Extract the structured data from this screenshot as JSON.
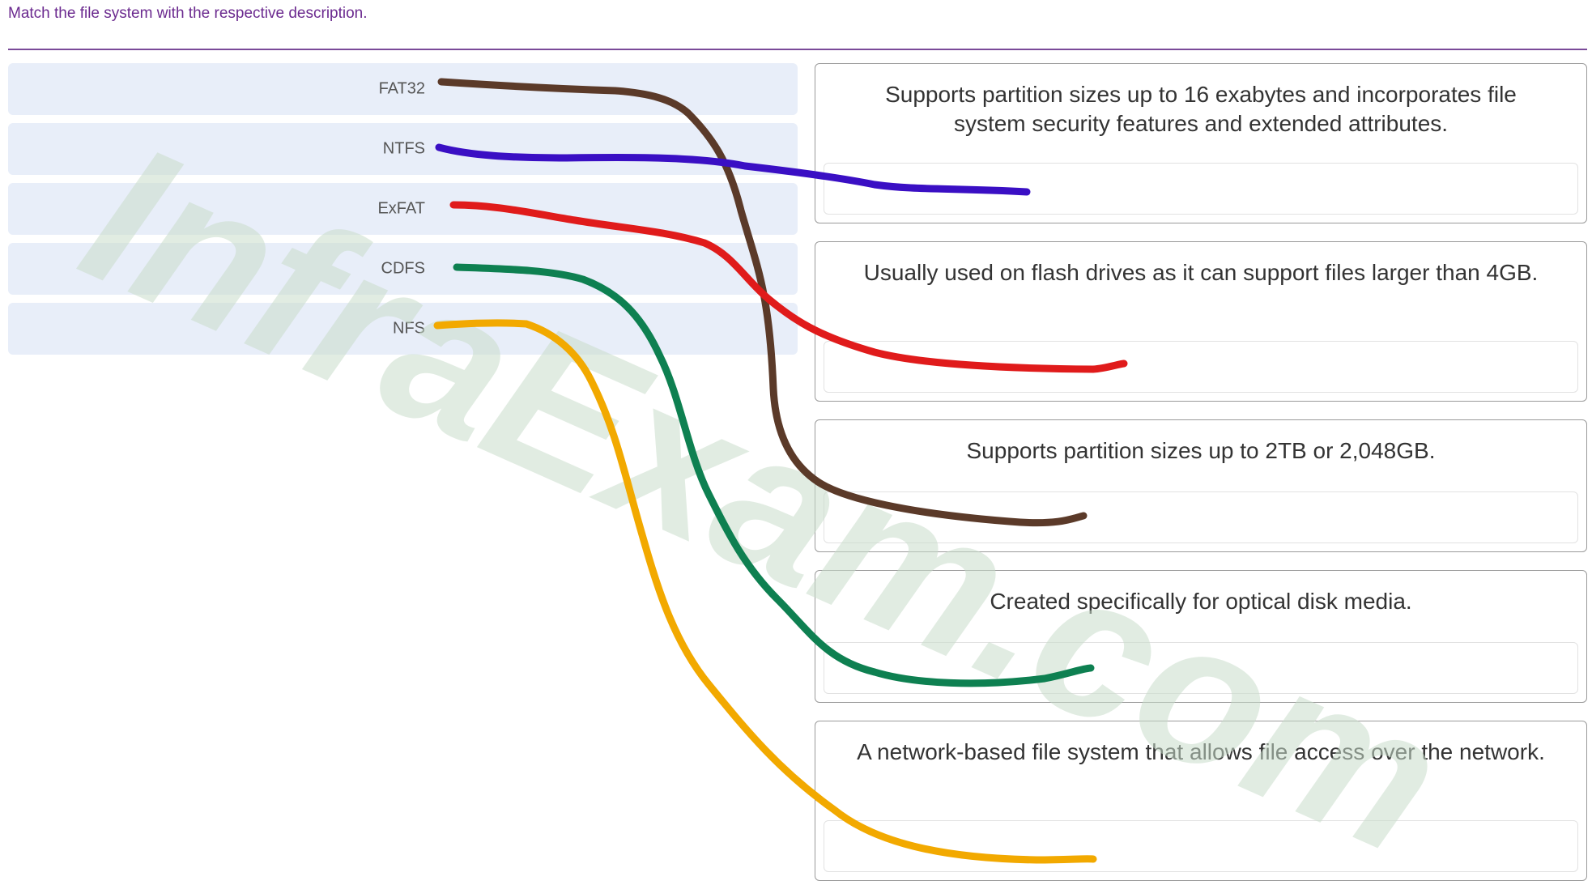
{
  "instruction": "Match the file system with the respective description.",
  "sources": [
    {
      "label": "FAT32",
      "color": "#5b3a29"
    },
    {
      "label": "NTFS",
      "color": "#3a0fc4"
    },
    {
      "label": "ExFAT",
      "color": "#e01b1b"
    },
    {
      "label": "CDFS",
      "color": "#0e8051"
    },
    {
      "label": "NFS",
      "color": "#f2a900"
    }
  ],
  "targets": [
    {
      "text": "Supports partition sizes up to 16 exabytes and incorporates file system security features and extended attributes."
    },
    {
      "text": "Usually used on flash drives as it can support files larger than 4GB."
    },
    {
      "text": "Supports partition sizes up to 2TB or 2,048GB."
    },
    {
      "text": "Created specifically for optical disk media."
    },
    {
      "text": "A network-based file system that allows file access over the network."
    }
  ],
  "watermark": {
    "text": "InfraExam.com",
    "color": "#c9dccb"
  },
  "matches": [
    {
      "source": "FAT32",
      "target_index": 2
    },
    {
      "source": "NTFS",
      "target_index": 0
    },
    {
      "source": "ExFAT",
      "target_index": 1
    },
    {
      "source": "CDFS",
      "target_index": 3
    },
    {
      "source": "NFS",
      "target_index": 4
    }
  ]
}
